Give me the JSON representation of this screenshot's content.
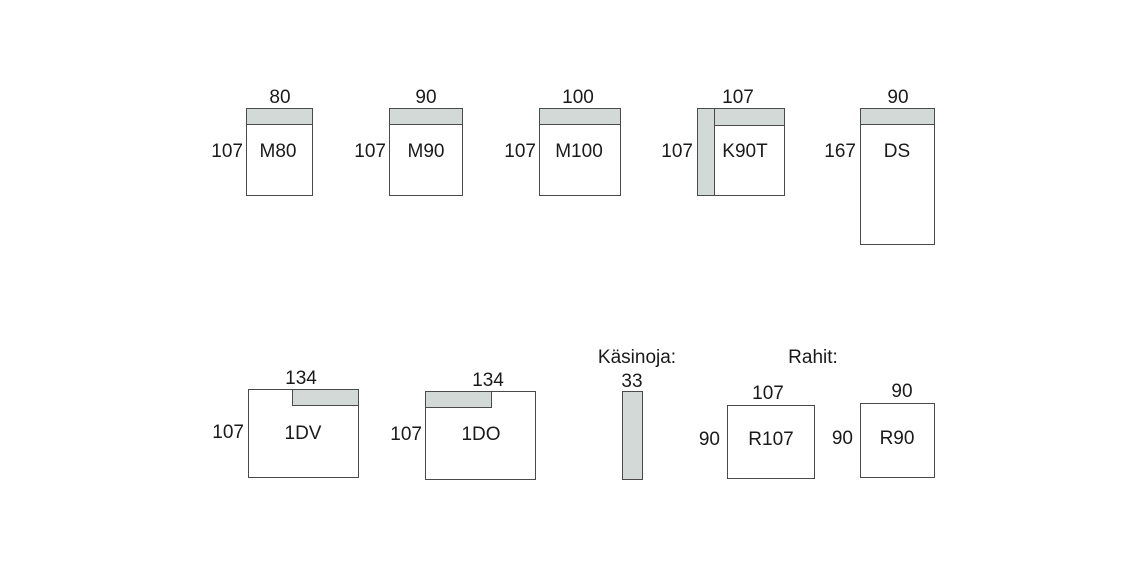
{
  "colors": {
    "backrest": "#d2d9d6",
    "outline": "#4a4a4a",
    "text": "#1a1a1a",
    "background": "#ffffff"
  },
  "modules": {
    "m80": {
      "code": "M80",
      "width": "80",
      "depth": "107"
    },
    "m90": {
      "code": "M90",
      "width": "90",
      "depth": "107"
    },
    "m100": {
      "code": "M100",
      "width": "100",
      "depth": "107"
    },
    "k90t": {
      "code": "K90T",
      "width": "107",
      "depth": "107"
    },
    "ds": {
      "code": "DS",
      "width": "90",
      "depth": "167"
    },
    "dv1": {
      "code": "1DV",
      "width": "134",
      "depth": "107"
    },
    "do1": {
      "code": "1DO",
      "width": "134",
      "depth": "107"
    }
  },
  "armrest": {
    "heading": "Käsinoja:",
    "width": "33"
  },
  "ottomans": {
    "heading": "Rahit:",
    "r107": {
      "code": "R107",
      "width": "107",
      "depth": "90"
    },
    "r90": {
      "code": "R90",
      "width": "90",
      "depth": "90"
    }
  }
}
